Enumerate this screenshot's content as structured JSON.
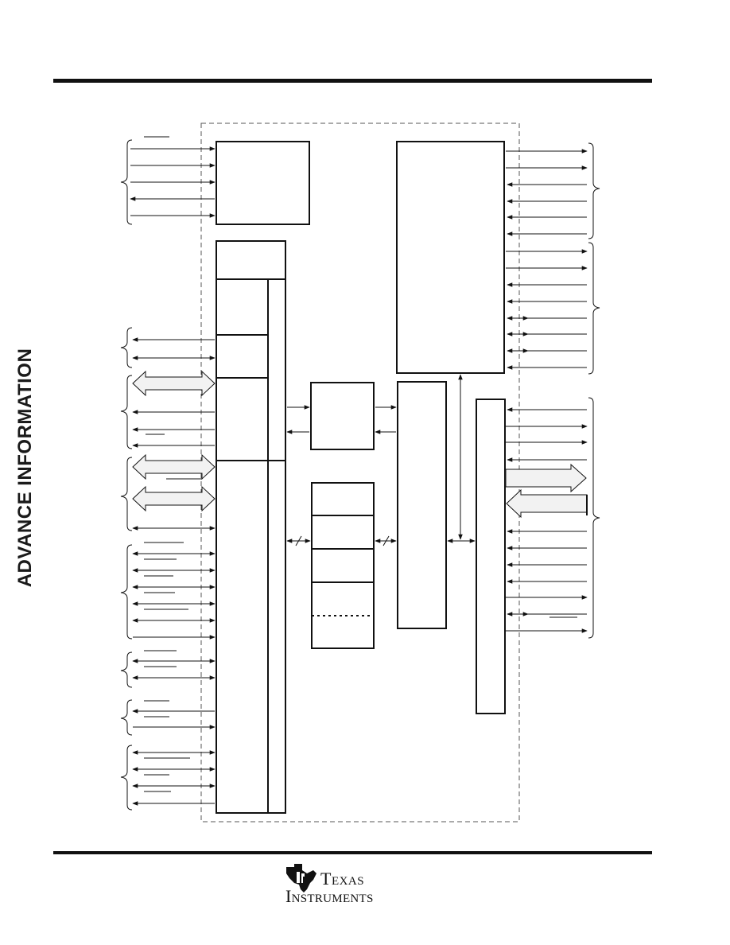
{
  "page": {
    "banner": "ADVANCE INFORMATION"
  },
  "logo": {
    "line1": "Texas",
    "line2": "Instruments"
  },
  "colors": {
    "ink": "#111111",
    "bus_fill": "#f2f2f2"
  }
}
